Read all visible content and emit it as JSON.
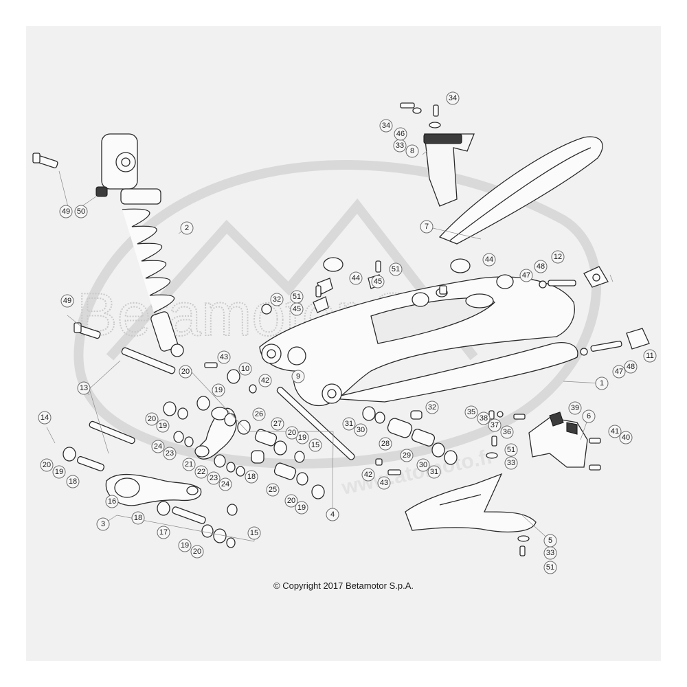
{
  "watermark": {
    "main_text": "Betamotor S.p.A.",
    "url_text": "www.atomoto.fr"
  },
  "copyright": "© Copyright 2017 Betamotor S.p.A.",
  "callouts": [
    {
      "id": "c1",
      "label": "1"
    },
    {
      "id": "c2",
      "label": "2"
    },
    {
      "id": "c3",
      "label": "3"
    },
    {
      "id": "c4",
      "label": "4"
    },
    {
      "id": "c5",
      "label": "5"
    },
    {
      "id": "c6",
      "label": "6"
    },
    {
      "id": "c7",
      "label": "7"
    },
    {
      "id": "c8",
      "label": "8"
    },
    {
      "id": "c9",
      "label": "9"
    },
    {
      "id": "c10",
      "label": "10"
    },
    {
      "id": "c11",
      "label": "11"
    },
    {
      "id": "c12",
      "label": "12"
    },
    {
      "id": "c13",
      "label": "13"
    },
    {
      "id": "c14",
      "label": "14"
    },
    {
      "id": "c15a",
      "label": "15"
    },
    {
      "id": "c15b",
      "label": "15"
    },
    {
      "id": "c16",
      "label": "16"
    },
    {
      "id": "c17",
      "label": "17"
    },
    {
      "id": "c18a",
      "label": "18"
    },
    {
      "id": "c18b",
      "label": "18"
    },
    {
      "id": "c18c",
      "label": "18"
    },
    {
      "id": "c19a",
      "label": "19"
    },
    {
      "id": "c19b",
      "label": "19"
    },
    {
      "id": "c19c",
      "label": "19"
    },
    {
      "id": "c19d",
      "label": "19"
    },
    {
      "id": "c19e",
      "label": "19"
    },
    {
      "id": "c19f",
      "label": "19"
    },
    {
      "id": "c20a",
      "label": "20"
    },
    {
      "id": "c20b",
      "label": "20"
    },
    {
      "id": "c20c",
      "label": "20"
    },
    {
      "id": "c20d",
      "label": "20"
    },
    {
      "id": "c20e",
      "label": "20"
    },
    {
      "id": "c20f",
      "label": "20"
    },
    {
      "id": "c21",
      "label": "21"
    },
    {
      "id": "c22",
      "label": "22"
    },
    {
      "id": "c23a",
      "label": "23"
    },
    {
      "id": "c23b",
      "label": "23"
    },
    {
      "id": "c24a",
      "label": "24"
    },
    {
      "id": "c24b",
      "label": "24"
    },
    {
      "id": "c25",
      "label": "25"
    },
    {
      "id": "c26",
      "label": "26"
    },
    {
      "id": "c27",
      "label": "27"
    },
    {
      "id": "c28",
      "label": "28"
    },
    {
      "id": "c29",
      "label": "29"
    },
    {
      "id": "c30a",
      "label": "30"
    },
    {
      "id": "c30b",
      "label": "30"
    },
    {
      "id": "c31a",
      "label": "31"
    },
    {
      "id": "c31b",
      "label": "31"
    },
    {
      "id": "c32a",
      "label": "32"
    },
    {
      "id": "c32b",
      "label": "32"
    },
    {
      "id": "c33a",
      "label": "33"
    },
    {
      "id": "c33b",
      "label": "33"
    },
    {
      "id": "c33c",
      "label": "33"
    },
    {
      "id": "c34a",
      "label": "34"
    },
    {
      "id": "c34b",
      "label": "34"
    },
    {
      "id": "c35",
      "label": "35"
    },
    {
      "id": "c36",
      "label": "36"
    },
    {
      "id": "c37",
      "label": "37"
    },
    {
      "id": "c38",
      "label": "38"
    },
    {
      "id": "c39",
      "label": "39"
    },
    {
      "id": "c40",
      "label": "40"
    },
    {
      "id": "c41",
      "label": "41"
    },
    {
      "id": "c42a",
      "label": "42"
    },
    {
      "id": "c42b",
      "label": "42"
    },
    {
      "id": "c43a",
      "label": "43"
    },
    {
      "id": "c43b",
      "label": "43"
    },
    {
      "id": "c44a",
      "label": "44"
    },
    {
      "id": "c44b",
      "label": "44"
    },
    {
      "id": "c45a",
      "label": "45"
    },
    {
      "id": "c45b",
      "label": "45"
    },
    {
      "id": "c46",
      "label": "46"
    },
    {
      "id": "c47a",
      "label": "47"
    },
    {
      "id": "c47b",
      "label": "47"
    },
    {
      "id": "c48a",
      "label": "48"
    },
    {
      "id": "c48b",
      "label": "48"
    },
    {
      "id": "c49a",
      "label": "49"
    },
    {
      "id": "c49b",
      "label": "49"
    },
    {
      "id": "c50",
      "label": "50"
    },
    {
      "id": "c51a",
      "label": "51"
    },
    {
      "id": "c51b",
      "label": "51"
    },
    {
      "id": "c51c",
      "label": "51"
    },
    {
      "id": "c51d",
      "label": "51"
    }
  ]
}
